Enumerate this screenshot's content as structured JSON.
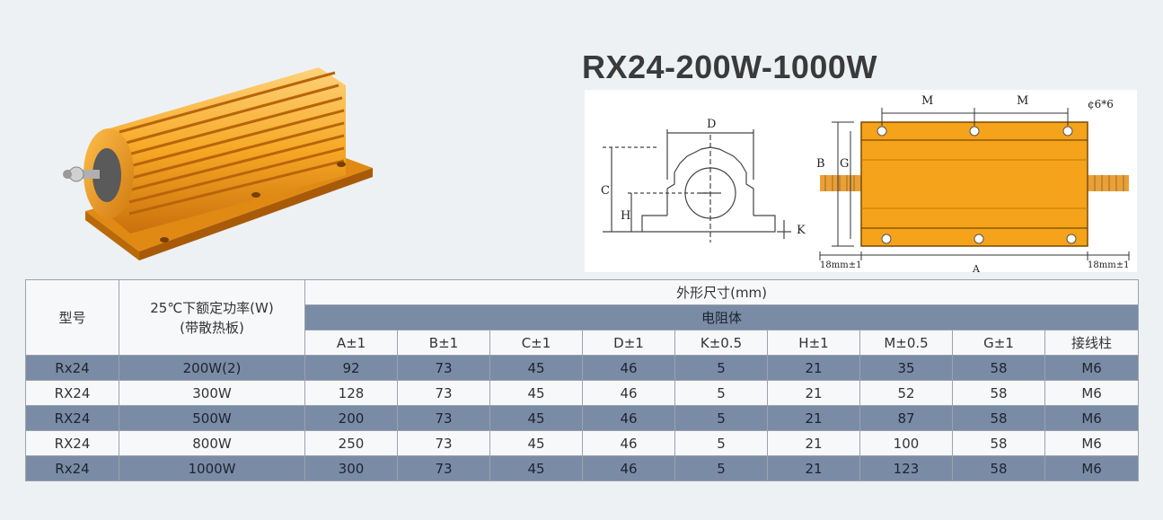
{
  "title": "RX24-200W-1000W",
  "drawing": {
    "label_D": "D",
    "label_C": "C",
    "label_H": "H",
    "label_K": "K",
    "label_M": "M",
    "label_B": "B",
    "label_G": "G",
    "label_A": "A",
    "label_hole": "¢6*6",
    "label_18mm": "18mm±1"
  },
  "table": {
    "model_header": "型号",
    "power_header_line1": "25℃下额定功率(W)",
    "power_header_line2": "(带散热板)",
    "dimensions_header": "外形尺寸(mm)",
    "body_header": "电阻体",
    "columns": [
      "A±1",
      "B±1",
      "C±1",
      "D±1",
      "K±0.5",
      "H±1",
      "M±0.5",
      "G±1",
      "接线柱"
    ],
    "rows": [
      {
        "model": "Rx24",
        "power": "200W(2)",
        "values": [
          "92",
          "73",
          "45",
          "46",
          "5",
          "21",
          "35",
          "58",
          "M6"
        ]
      },
      {
        "model": "RX24",
        "power": "300W",
        "values": [
          "128",
          "73",
          "45",
          "46",
          "5",
          "21",
          "52",
          "58",
          "M6"
        ]
      },
      {
        "model": "RX24",
        "power": "500W",
        "values": [
          "200",
          "73",
          "45",
          "46",
          "5",
          "21",
          "87",
          "58",
          "M6"
        ]
      },
      {
        "model": "RX24",
        "power": "800W",
        "values": [
          "250",
          "73",
          "45",
          "46",
          "5",
          "21",
          "100",
          "58",
          "M6"
        ]
      },
      {
        "model": "Rx24",
        "power": "1000W",
        "values": [
          "300",
          "73",
          "45",
          "46",
          "5",
          "21",
          "123",
          "58",
          "M6"
        ]
      }
    ]
  },
  "colors": {
    "band": "#7a8ca5",
    "light_row": "#f7f8fa",
    "resistor_gold": "#f5a31a",
    "background": "#edf1f3"
  }
}
